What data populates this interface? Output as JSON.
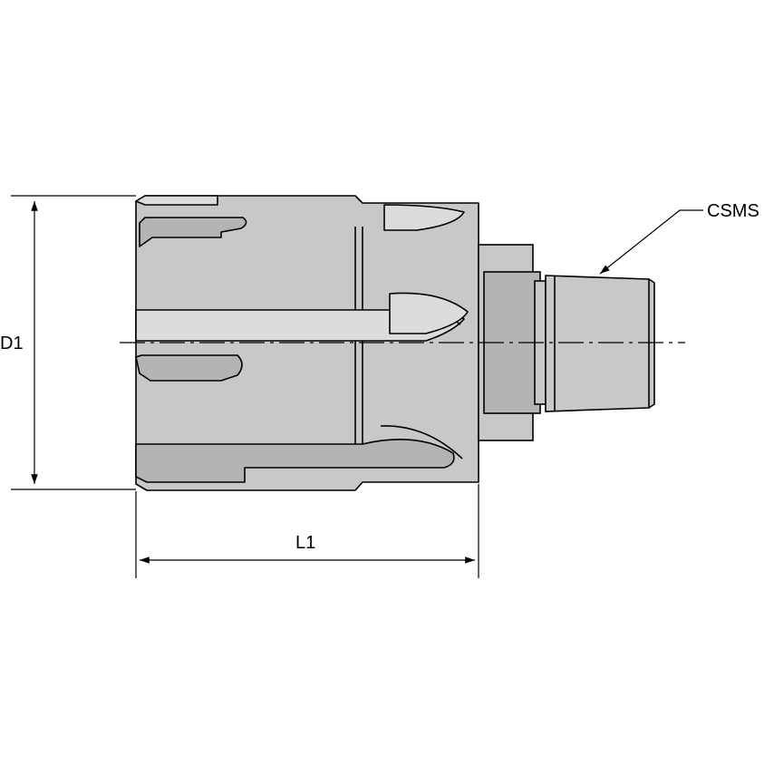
{
  "labels": {
    "diameter": "D1",
    "length": "L1",
    "connection": "CSMS"
  },
  "colors": {
    "body": "#c8c8c8",
    "body_dark": "#b4b4b4",
    "body_light": "#dcdcdc",
    "outline": "#000000",
    "background": "#ffffff"
  }
}
